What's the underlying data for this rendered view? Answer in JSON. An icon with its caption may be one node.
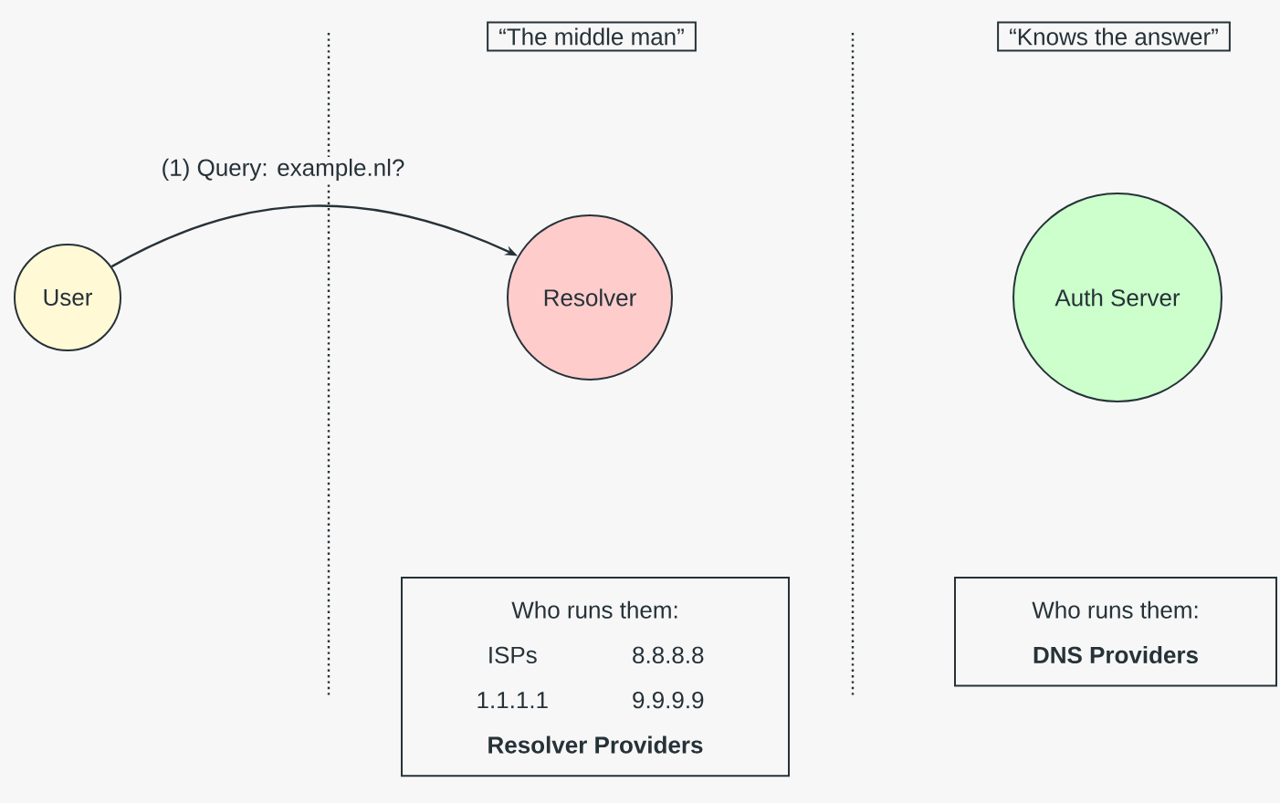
{
  "diagram": {
    "nodes": [
      {
        "text": [
          "User"
        ]
      },
      {
        "text": [
          "Resolver"
        ]
      },
      {
        "text": [
          "Auth Server"
        ]
      },
      {
        "text": [
          "“The middle man”"
        ]
      },
      {
        "text": [
          "“Knows the answer”"
        ]
      },
      {
        "text": [
          "Who runs them:",
          "ISPs",
          "8.8.8.8",
          "1.1.1.1",
          "9.9.9.9",
          "Resolver Providers"
        ]
      },
      {
        "text": [
          "Who runs them:",
          "DNS Providers"
        ]
      }
    ],
    "edges": [
      {
        "from": 0,
        "to": 1,
        "arrow": "to",
        "label": "(1) Query: example.nl?"
      }
    ]
  }
}
